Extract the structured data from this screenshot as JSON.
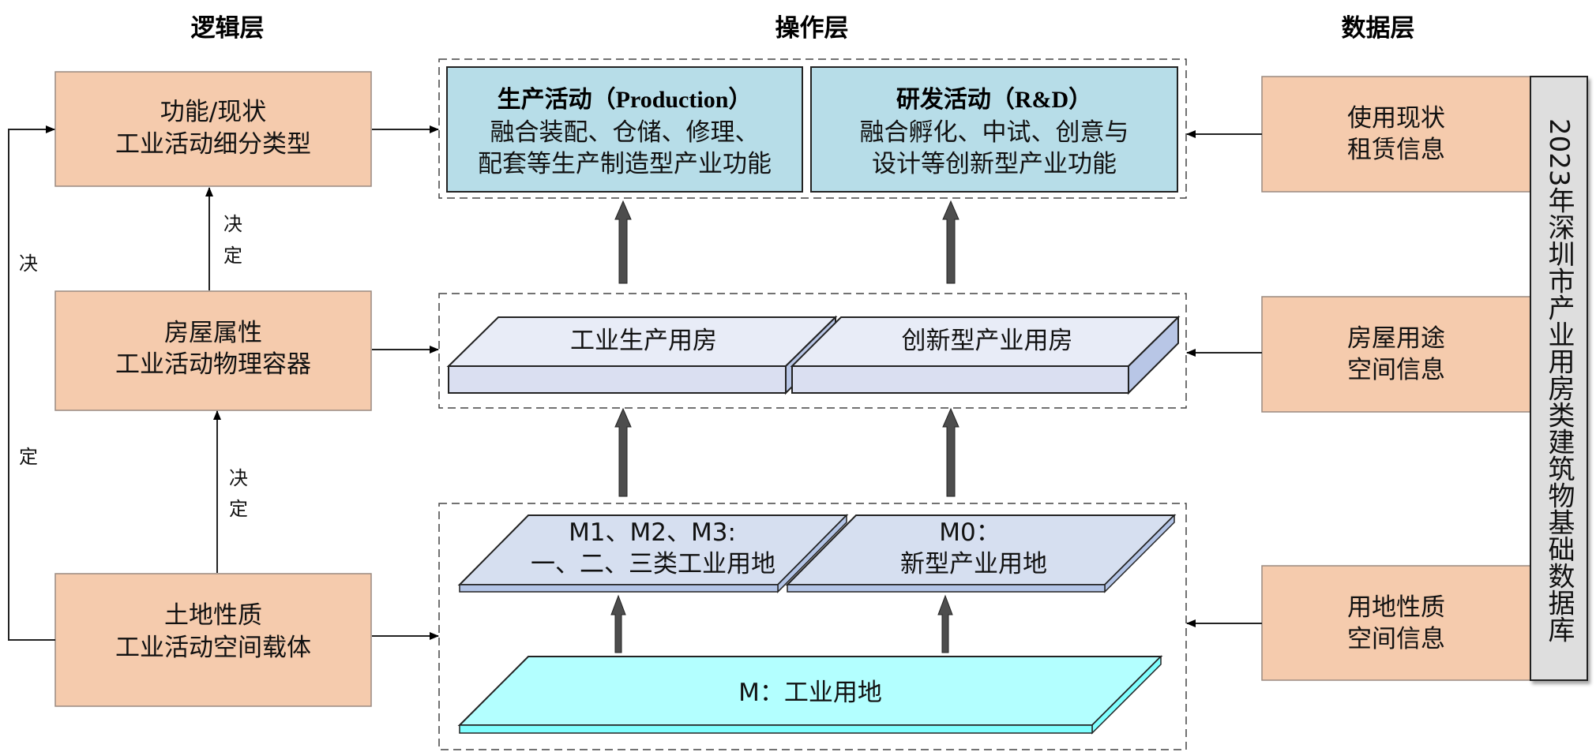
{
  "headers": {
    "logic": "逻辑层",
    "operation": "操作层",
    "data": "数据层"
  },
  "logic_layer": {
    "boxes": [
      {
        "line1": "功能/现状",
        "line2": "工业活动细分类型"
      },
      {
        "line1": "房屋属性",
        "line2": "工业活动物理容器"
      },
      {
        "line1": "土地性质",
        "line2": "工业活动空间载体"
      }
    ],
    "edge_labels": {
      "top_1": "决",
      "top_2": "定",
      "bottom_1": "决",
      "bottom_2": "定",
      "loop_1": "决",
      "loop_2": "定"
    }
  },
  "operation_layer": {
    "activities": [
      {
        "title_cn": "生产活动",
        "title_en": "（Production）",
        "line2": "融合装配、仓储、修理、",
        "line3": "配套等生产制造型产业功能"
      },
      {
        "title_cn": "研发活动",
        "title_en": "（R&D）",
        "line2": "融合孵化、中试、创意与",
        "line3": "设计等创新型产业功能"
      }
    ],
    "buildings": [
      {
        "label": "工业生产用房"
      },
      {
        "label": "创新型产业用房"
      }
    ],
    "land_sub": [
      {
        "line1": "M1、M2、M3:",
        "line2": "一、二、三类工业用地"
      },
      {
        "line1": "M0：",
        "line2": "新型产业用地"
      }
    ],
    "land_base": {
      "prefix": "M：",
      "label": "工业用地"
    }
  },
  "data_layer": {
    "boxes": [
      {
        "line1": "使用现状",
        "line2": "租赁信息"
      },
      {
        "line1": "房屋用途",
        "line2": "空间信息"
      },
      {
        "line1": "用地性质",
        "line2": "空间信息"
      }
    ],
    "database": "2023年深圳市产业用房类建筑物基础数据库"
  },
  "colors": {
    "logic_box": "#f5cbad",
    "activity_box": "#b7dde8",
    "building_top": "#e8ecf7",
    "building_front": "#dadff1",
    "building_side": "#b8c6e6",
    "land_sub_top": "#d6dff0",
    "land_sub_edge": "#b3c4e6",
    "land_base_top": "#b3ffff",
    "land_base_edge": "#80ffff",
    "database_box": "#dedede"
  }
}
